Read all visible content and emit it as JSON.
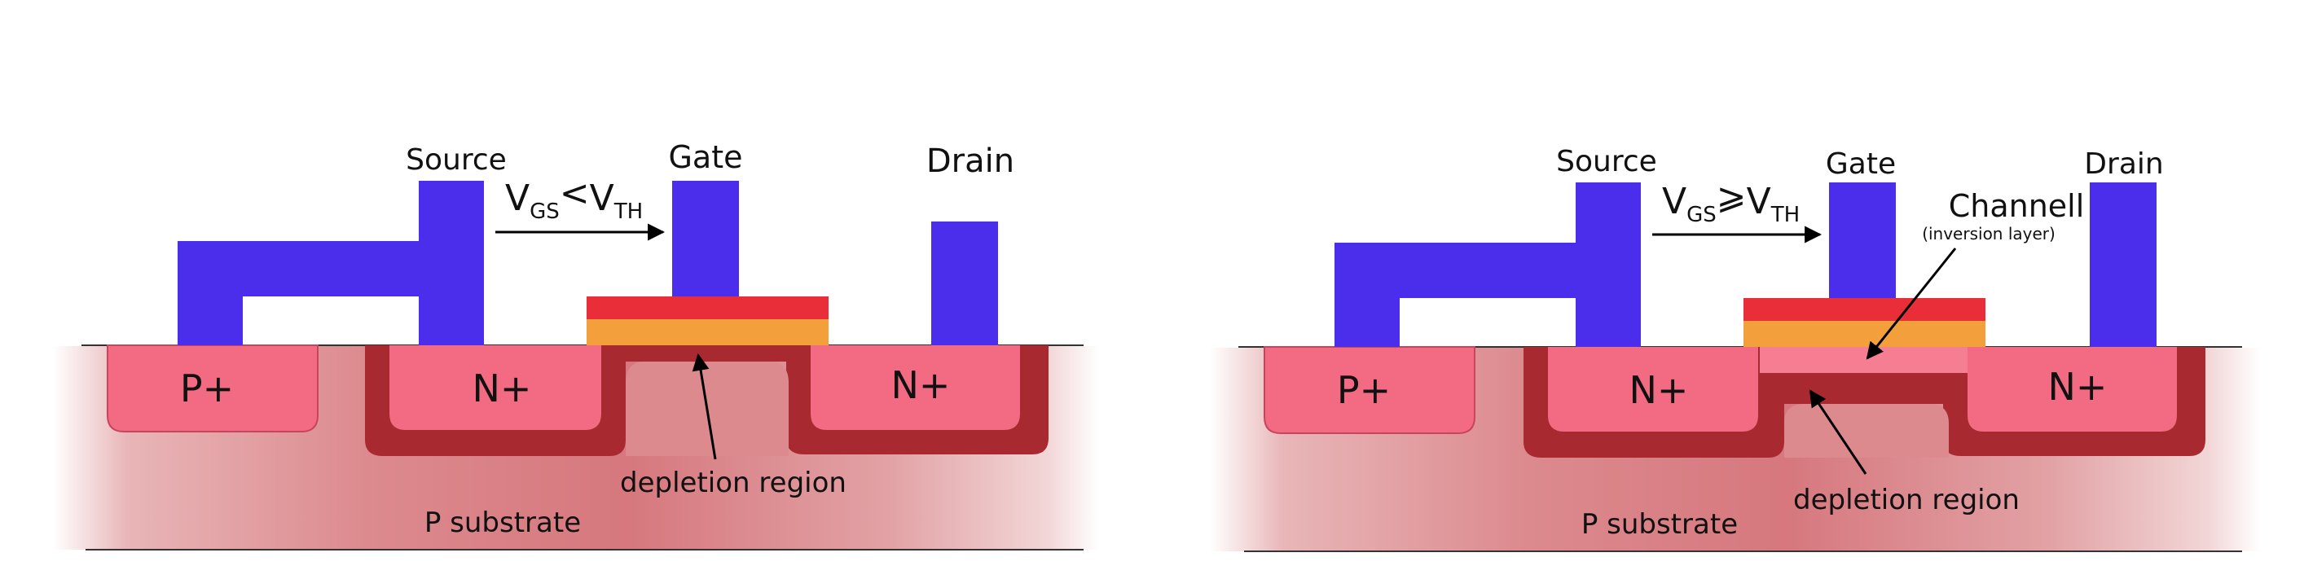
{
  "colors": {
    "metal": "#4B2EEB",
    "n_plus": "#F26B82",
    "p_plus": "#F26B82",
    "depletion": "#A82A30",
    "gate_top": "#E92E3A",
    "gate_oxide": "#F3A03C",
    "substrate": "#D9767C",
    "channel": "#F57E92",
    "line": "#333333"
  },
  "left": {
    "source_label": "Source",
    "gate_label": "Gate",
    "drain_label": "Drain",
    "condition": {
      "v": "V",
      "gs": "GS",
      "rel": "<",
      "v2": "V",
      "th": "TH"
    },
    "p_plus": "P+",
    "n_plus_source": "N+",
    "n_plus_drain": "N+",
    "depletion_label": "depletion region",
    "substrate_label": "P substrate"
  },
  "right": {
    "source_label": "Source",
    "gate_label": "Gate",
    "drain_label": "Drain",
    "condition": {
      "v": "V",
      "gs": "GS",
      "rel": "⩾",
      "v2": "V",
      "th": "TH"
    },
    "channel_label": "Channell",
    "inversion_label": "(inversion layer)",
    "p_plus": "P+",
    "n_plus_source": "N+",
    "n_plus_drain": "N+",
    "depletion_label": "depletion region",
    "substrate_label": "P substrate"
  }
}
